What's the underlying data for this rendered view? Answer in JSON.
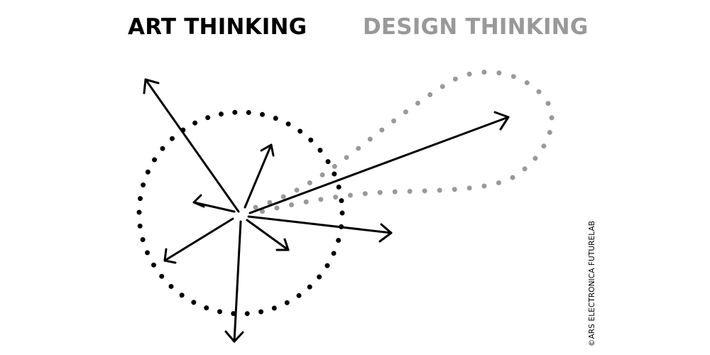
{
  "titles": {
    "art": "ART THINKING",
    "design": "DESIGN THINKING"
  },
  "credit": "©ARS ELECTRONICA FUTURELAB",
  "colors": {
    "art": "#000000",
    "design": "#999999",
    "background": "#ffffff"
  },
  "icons": {
    "arrowhead": "arrowhead-icon",
    "dotted_path": "dotted-outline"
  }
}
